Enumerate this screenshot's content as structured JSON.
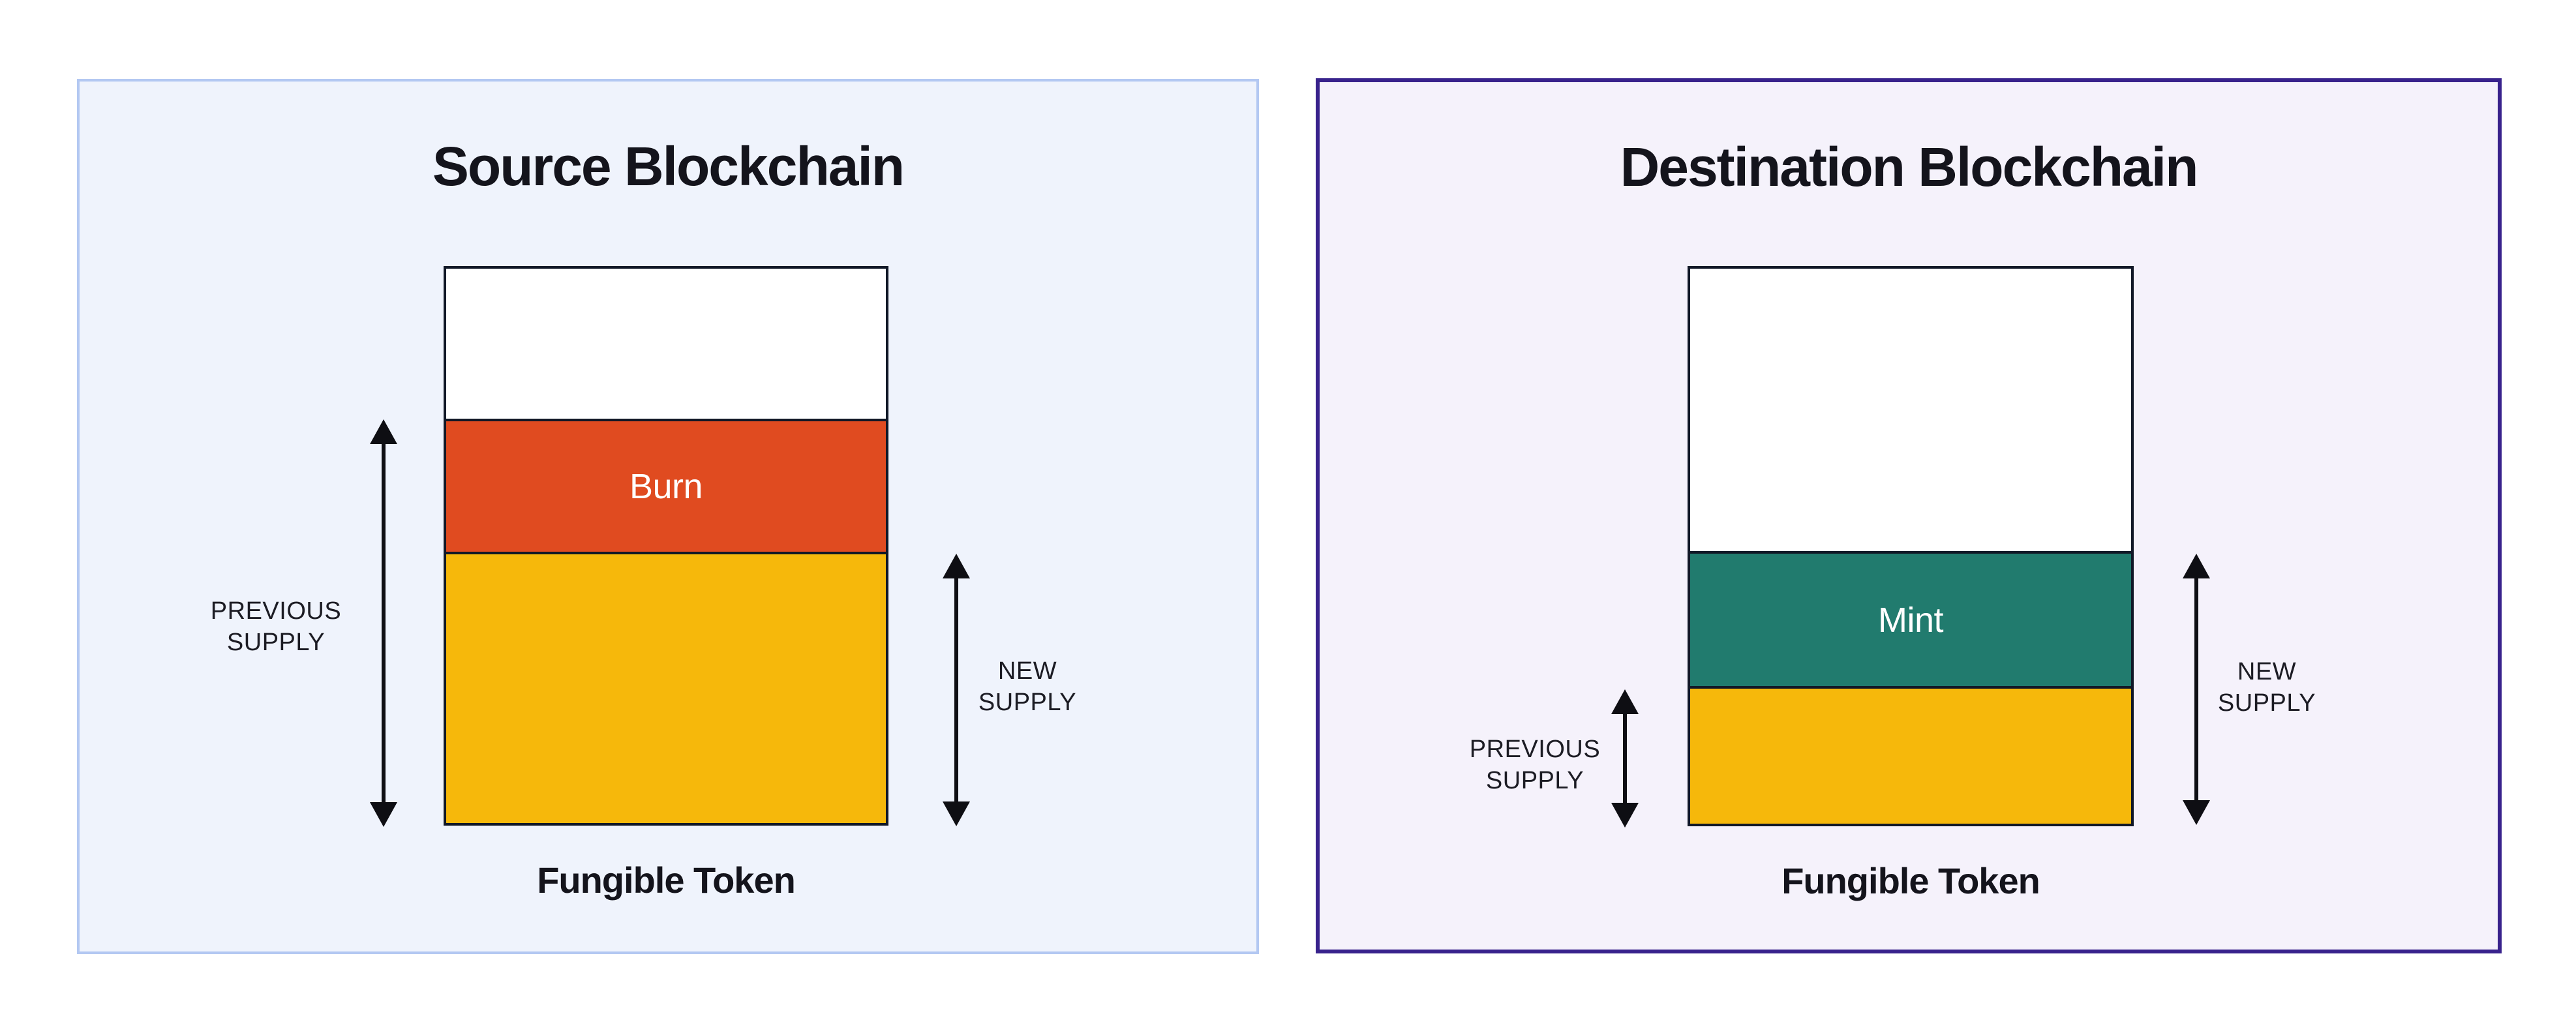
{
  "panels": [
    {
      "title": "Source Blockchain",
      "bg": "#eff3fc",
      "border": "#b3c8f2",
      "action_label": "Burn",
      "action_color": "#e04b20",
      "previous_supply_label": "PREVIOUS SUPPLY",
      "new_supply_label": "NEW SUPPLY",
      "token_label": "Fungible Token"
    },
    {
      "title": "Destination Blockchain",
      "bg": "#f5f2fb",
      "border": "#38228c",
      "action_label": "Mint",
      "action_color": "#217b6e",
      "previous_supply_label": "PREVIOUS SUPPLY",
      "new_supply_label": "NEW SUPPLY",
      "token_label": "Fungible Token"
    }
  ],
  "colors": {
    "page_background": "#ffffff",
    "supply_yellow": "#f6b80b",
    "empty_section_white": "#ffffff",
    "box_outline": "#111827",
    "arrow_black": "#0e0e13",
    "title_text": "#14141c",
    "label_text": "#1c1c24",
    "action_text": "#ffffff"
  }
}
